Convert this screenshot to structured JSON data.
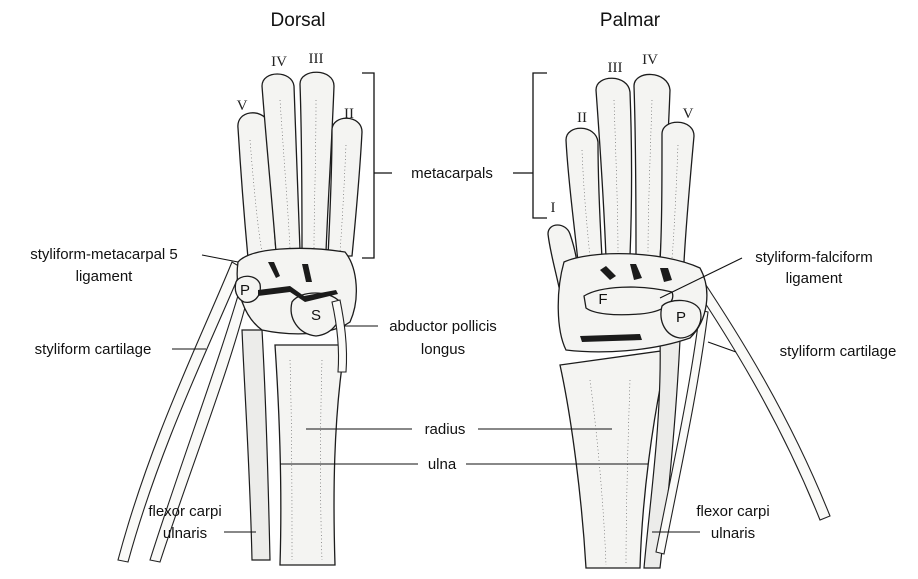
{
  "views": {
    "dorsal_title": "Dorsal",
    "palmar_title": "Palmar"
  },
  "digits": {
    "d_v": "V",
    "d_iv": "IV",
    "d_iii": "III",
    "d_ii": "II",
    "p_i": "I",
    "p_ii": "II",
    "p_iii": "III",
    "p_iv": "IV",
    "p_v": "V"
  },
  "bone_letters": {
    "d_p": "P",
    "d_s": "S",
    "p_f": "F",
    "p_p": "P"
  },
  "labels": {
    "metacarpals": "metacarpals",
    "styliform_metacarpal_1": "styliform-metacarpal 5",
    "styliform_metacarpal_2": "ligament",
    "styliform_cartilage_left": "styliform cartilage",
    "abductor_1": "abductor pollicis",
    "abductor_2": "longus",
    "radius": "radius",
    "ulna": "ulna",
    "fcu_left_1": "flexor carpi",
    "fcu_left_2": "ulnaris",
    "styliform_falciform_1": "styliform-falciform",
    "styliform_falciform_2": "ligament",
    "styliform_cartilage_right": "styliform cartilage",
    "fcu_right_1": "flexor carpi",
    "fcu_right_2": "ulnaris"
  }
}
